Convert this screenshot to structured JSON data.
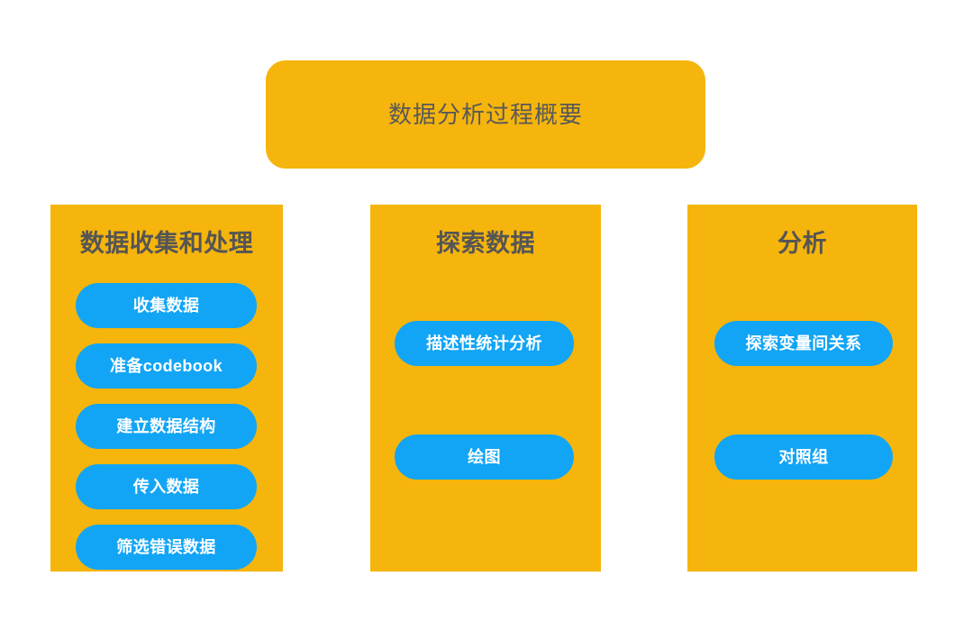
{
  "title": {
    "text": "数据分析过程概要"
  },
  "colors": {
    "panel": "#F5B50C",
    "pill": "#12A5F5",
    "heading_text": "#555555",
    "pill_text": "#FFFFFF",
    "background": "#FFFFFF"
  },
  "columns": [
    {
      "header": "数据收集和处理",
      "steps": [
        "收集数据",
        "准备codebook",
        "建立数据结构",
        "传入数据",
        "筛选错误数据"
      ]
    },
    {
      "header": "探索数据",
      "steps": [
        "描述性统计分析",
        "绘图"
      ]
    },
    {
      "header": "分析",
      "steps": [
        "探索变量间关系",
        "对照组"
      ]
    }
  ]
}
